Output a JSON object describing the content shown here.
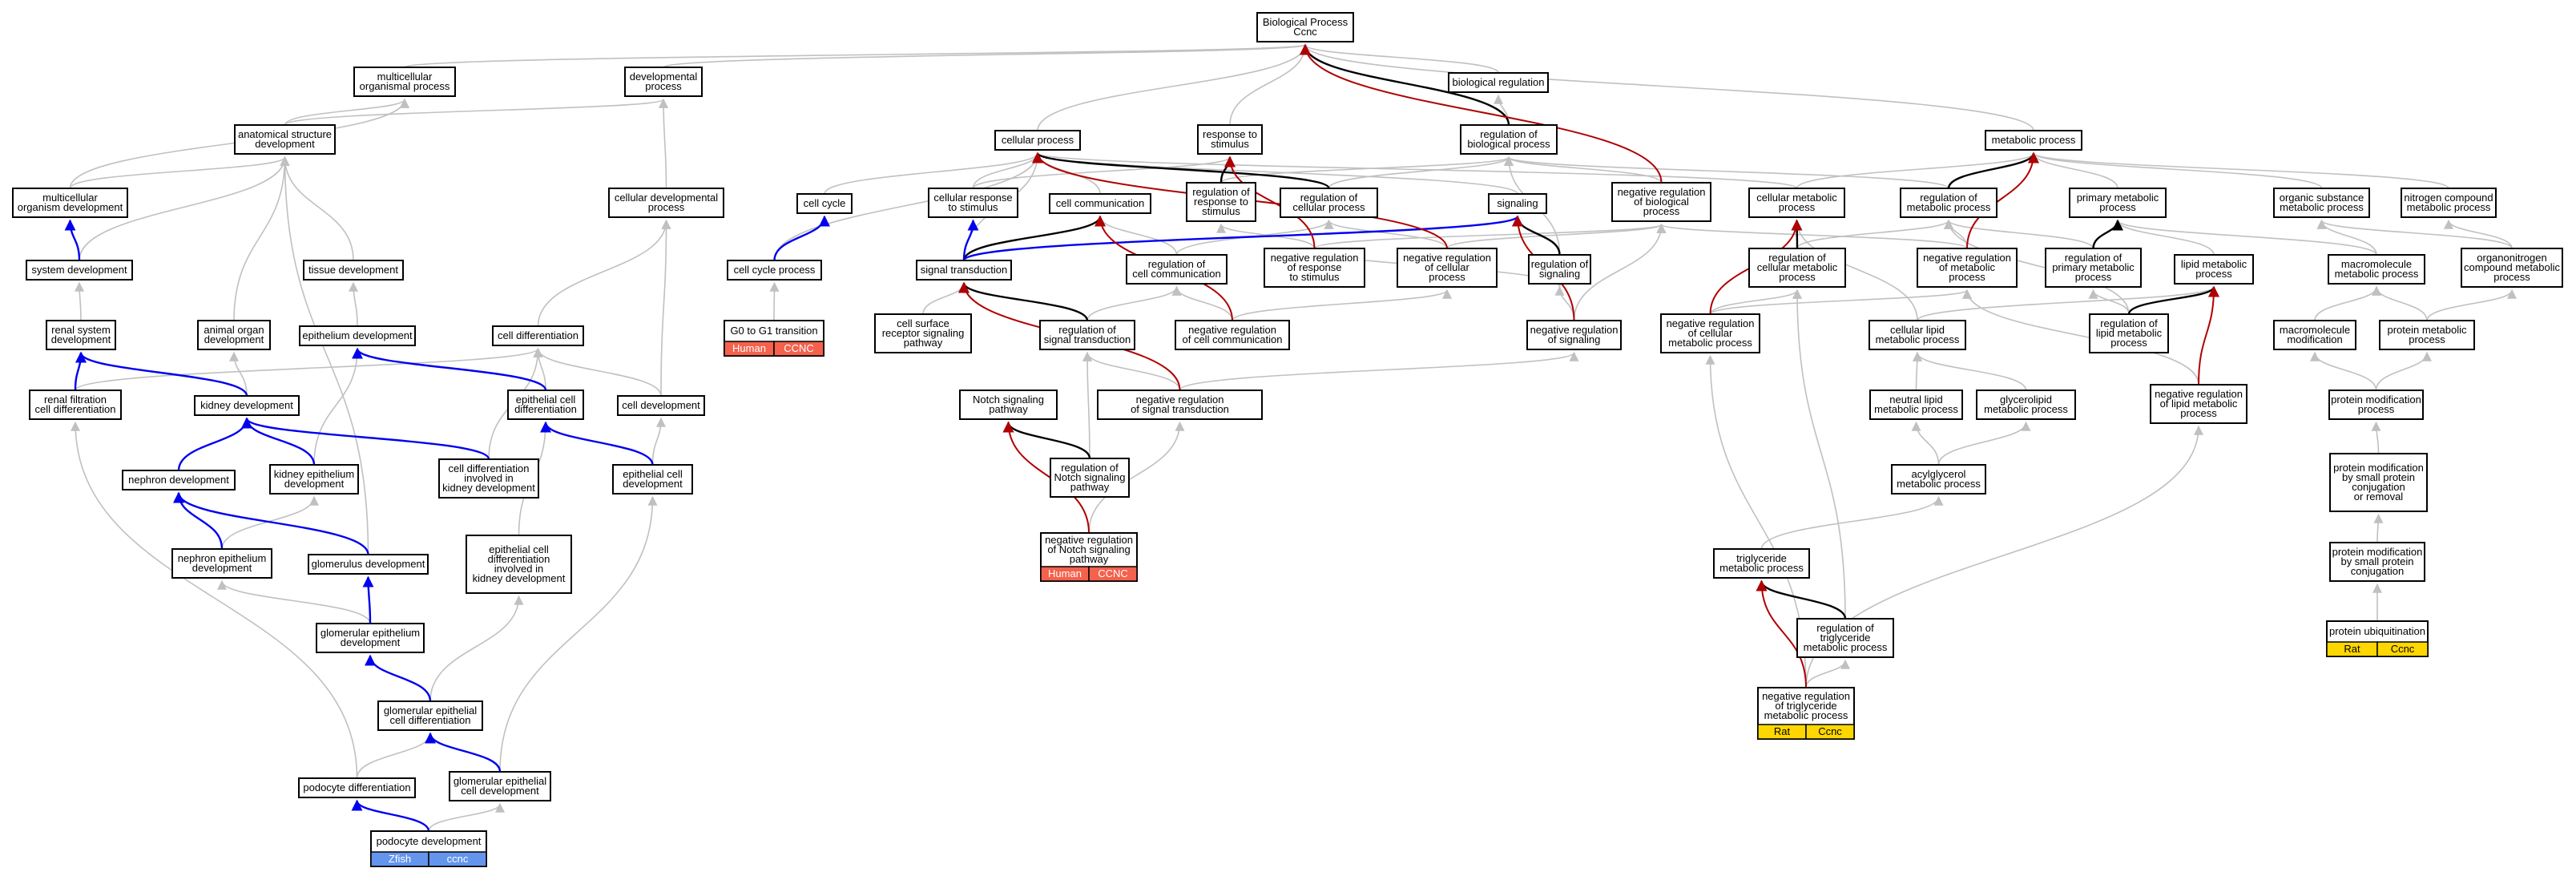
{
  "colors": {
    "gray": "#c0c0c0",
    "black": "#000000",
    "blue": "#0000ee",
    "red": "#b00000",
    "human": "#f4614d",
    "zfish": "#6495ed",
    "rat": "#ffd700"
  },
  "nodes": {
    "bp": {
      "lines": [
        "Biological Process",
        "Ccnc"
      ]
    },
    "multiorg": {
      "lines": [
        "multicellular",
        "organismal process"
      ]
    },
    "devproc": {
      "lines": [
        "developmental",
        "process"
      ]
    },
    "bioreg": {
      "lines": [
        "biological regulation"
      ]
    },
    "anat": {
      "lines": [
        "anatomical structure",
        "development"
      ]
    },
    "cellproc": {
      "lines": [
        "cellular process"
      ]
    },
    "resp": {
      "lines": [
        "response to",
        "stimulus"
      ]
    },
    "regbio": {
      "lines": [
        "regulation of",
        "biological process"
      ]
    },
    "metab": {
      "lines": [
        "metabolic process"
      ]
    },
    "multidev": {
      "lines": [
        "multicellular",
        "organism development"
      ]
    },
    "celldevproc": {
      "lines": [
        "cellular developmental",
        "process"
      ]
    },
    "cellcycle": {
      "lines": [
        "cell cycle"
      ]
    },
    "cellresp": {
      "lines": [
        "cellular response",
        "to stimulus"
      ]
    },
    "cellcomm": {
      "lines": [
        "cell communication"
      ]
    },
    "regresp": {
      "lines": [
        "regulation of",
        "response to",
        "stimulus"
      ]
    },
    "regcell": {
      "lines": [
        "regulation of",
        "cellular process"
      ]
    },
    "signaling": {
      "lines": [
        "signaling"
      ]
    },
    "negregbio": {
      "lines": [
        "negative regulation",
        "of biological",
        "process"
      ]
    },
    "cellmetab": {
      "lines": [
        "cellular metabolic",
        "process"
      ]
    },
    "regmetab": {
      "lines": [
        "regulation of",
        "metabolic process"
      ]
    },
    "primmetab": {
      "lines": [
        "primary metabolic",
        "process"
      ]
    },
    "orgsub": {
      "lines": [
        "organic substance",
        "metabolic process"
      ]
    },
    "nitro": {
      "lines": [
        "nitrogen compound",
        "metabolic process"
      ]
    },
    "sysdev": {
      "lines": [
        "system development"
      ]
    },
    "tissue": {
      "lines": [
        "tissue development"
      ]
    },
    "ccp": {
      "lines": [
        "cell cycle process"
      ]
    },
    "sigtrans": {
      "lines": [
        "signal transduction"
      ]
    },
    "regcellcomm": {
      "lines": [
        "regulation of",
        "cell communication"
      ]
    },
    "negregresp": {
      "lines": [
        "negative regulation",
        "of response",
        "to stimulus"
      ]
    },
    "negregcell": {
      "lines": [
        "negative regulation",
        "of cellular",
        "process"
      ]
    },
    "regsig": {
      "lines": [
        "regulation of",
        "signaling"
      ]
    },
    "regcellmetab": {
      "lines": [
        "regulation of",
        "cellular metabolic",
        "process"
      ]
    },
    "negregmetab": {
      "lines": [
        "negative regulation",
        "of metabolic",
        "process"
      ]
    },
    "regprim": {
      "lines": [
        "regulation of",
        "primary metabolic",
        "process"
      ]
    },
    "lipid": {
      "lines": [
        "lipid metabolic",
        "process"
      ]
    },
    "macro": {
      "lines": [
        "macromolecule",
        "metabolic process"
      ]
    },
    "organo": {
      "lines": [
        "organonitrogen",
        "compound metabolic",
        "process"
      ]
    },
    "renal": {
      "lines": [
        "renal system",
        "development"
      ]
    },
    "animal": {
      "lines": [
        "animal organ",
        "development"
      ]
    },
    "epidev": {
      "lines": [
        "epithelium development"
      ]
    },
    "celldiff": {
      "lines": [
        "cell differentiation"
      ]
    },
    "g0g1": {
      "lines": [
        "G0 to G1 transition"
      ]
    },
    "csrsp": {
      "lines": [
        "cell surface",
        "receptor signaling",
        "pathway"
      ]
    },
    "regst": {
      "lines": [
        "regulation of",
        "signal transduction"
      ]
    },
    "negregcc": {
      "lines": [
        "negative regulation",
        "of cell communication"
      ]
    },
    "negregsig": {
      "lines": [
        "negative regulation",
        "of signaling"
      ]
    },
    "negregcellmetab": {
      "lines": [
        "negative regulation",
        "of cellular",
        "metabolic process"
      ]
    },
    "celllipid": {
      "lines": [
        "cellular lipid",
        "metabolic process"
      ]
    },
    "reglipid": {
      "lines": [
        "regulation of",
        "lipid metabolic",
        "process"
      ]
    },
    "macromod": {
      "lines": [
        "macromolecule",
        "modification"
      ]
    },
    "protmetab": {
      "lines": [
        "protein metabolic",
        "process"
      ]
    },
    "renalfilt": {
      "lines": [
        "renal filtration",
        "cell differentiation"
      ]
    },
    "kidney": {
      "lines": [
        "kidney development"
      ]
    },
    "epicelldiff": {
      "lines": [
        "epithelial cell",
        "differentiation"
      ]
    },
    "celldev": {
      "lines": [
        "cell development"
      ]
    },
    "negregst": {
      "lines": [
        "negative regulation",
        "of signal transduction"
      ]
    },
    "neutral": {
      "lines": [
        "neutral lipid",
        "metabolic process"
      ]
    },
    "glycero": {
      "lines": [
        "glycerolipid",
        "metabolic process"
      ]
    },
    "negreglipid": {
      "lines": [
        "negative regulation",
        "of lipid metabolic",
        "process"
      ]
    },
    "protmod": {
      "lines": [
        "protein modification",
        "process"
      ]
    },
    "nephron": {
      "lines": [
        "nephron development"
      ]
    },
    "kidepi": {
      "lines": [
        "kidney epithelium",
        "development"
      ]
    },
    "cdkid": {
      "lines": [
        "cell differentiation",
        "involved in",
        "kidney development"
      ]
    },
    "epicelldev": {
      "lines": [
        "epithelial cell",
        "development"
      ]
    },
    "notch": {
      "lines": [
        "Notch signaling",
        "pathway"
      ]
    },
    "regnotch": {
      "lines": [
        "regulation of",
        "Notch signaling",
        "pathway"
      ]
    },
    "acyl": {
      "lines": [
        "acylglycerol",
        "metabolic process"
      ]
    },
    "pmsmp": {
      "lines": [
        "protein modification",
        "by small protein",
        "conjugation",
        "or removal"
      ]
    },
    "nephepi": {
      "lines": [
        "nephron epithelium",
        "development"
      ]
    },
    "glom": {
      "lines": [
        "glomerulus development"
      ]
    },
    "epicdkid": {
      "lines": [
        "epithelial cell",
        "differentiation",
        "involved in",
        "kidney development"
      ]
    },
    "negregnotch": {
      "lines": [
        "negative regulation",
        "of Notch signaling",
        "pathway"
      ]
    },
    "trig": {
      "lines": [
        "triglyceride",
        "metabolic process"
      ]
    },
    "pmspc": {
      "lines": [
        "protein modification",
        "by small protein",
        "conjugation"
      ]
    },
    "glomepi": {
      "lines": [
        "glomerular epithelium",
        "development"
      ]
    },
    "regtrig": {
      "lines": [
        "regulation of",
        "triglyceride",
        "metabolic process"
      ]
    },
    "ubiq": {
      "lines": [
        "protein ubiquitination"
      ]
    },
    "glomepicd": {
      "lines": [
        "glomerular epithelial",
        "cell differentiation"
      ]
    },
    "negregtrig": {
      "lines": [
        "negative regulation",
        "of triglyceride",
        "metabolic process"
      ]
    },
    "pododiff": {
      "lines": [
        "podocyte differentiation"
      ]
    },
    "glomepidev": {
      "lines": [
        "glomerular epithelial",
        "cell development"
      ]
    },
    "pododev": {
      "lines": [
        "podocyte development"
      ]
    }
  },
  "annotations": {
    "g0g1": {
      "species": "Human",
      "gene": "CCNC"
    },
    "negregnotch": {
      "species": "Human",
      "gene": "CCNC"
    },
    "pododev": {
      "species": "Zfish",
      "gene": "ccnc"
    },
    "negregtrig": {
      "species": "Rat",
      "gene": "Ccnc"
    },
    "ubiq": {
      "species": "Rat",
      "gene": "Ccnc"
    }
  }
}
